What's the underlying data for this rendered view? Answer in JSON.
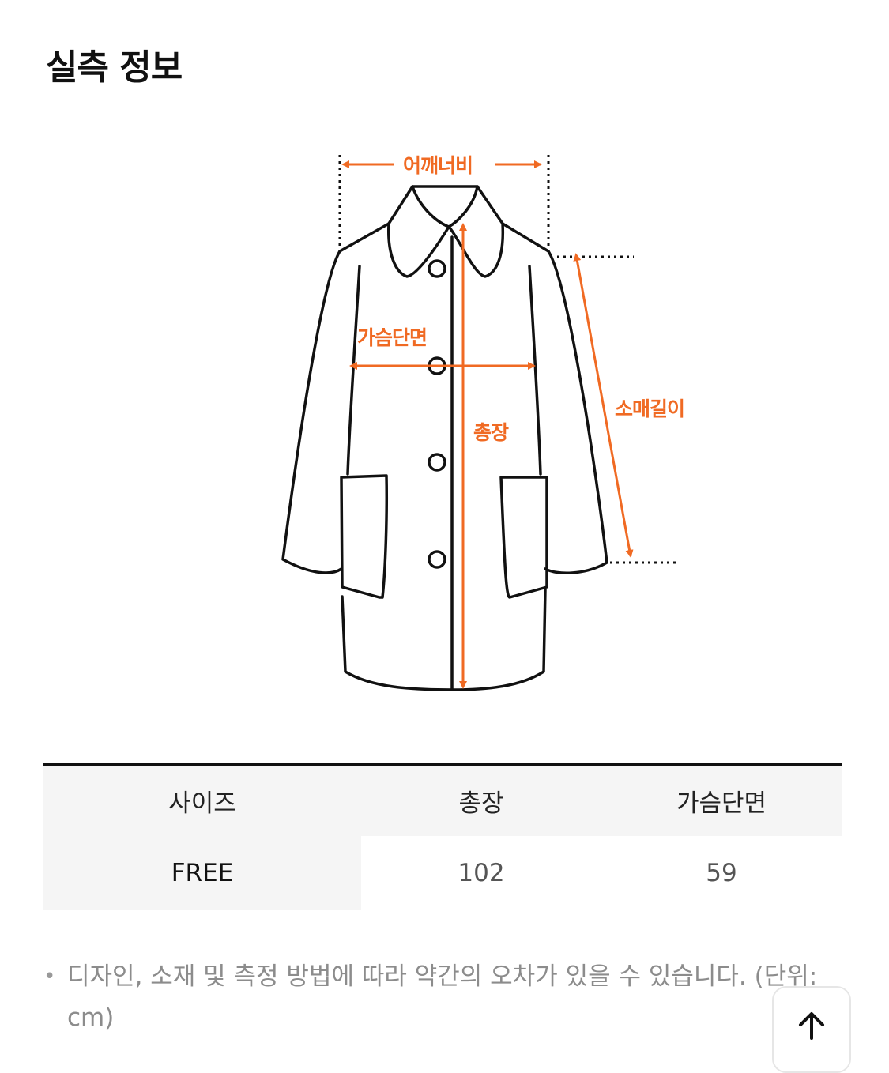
{
  "header": {
    "title": "실측 정보"
  },
  "diagram": {
    "labels": {
      "shoulder_width": "어깨너비",
      "chest_width": "가슴단면",
      "total_length": "총장",
      "sleeve_length": "소매길이"
    },
    "colors": {
      "accent": "#f06a23",
      "outline": "#111111"
    }
  },
  "size_table": {
    "headers": [
      "사이즈",
      "총장",
      "가슴단면"
    ],
    "rows": [
      {
        "size": "FREE",
        "total_length": "102",
        "chest_width": "59"
      }
    ]
  },
  "note": {
    "bullet": "•",
    "text": "디자인, 소재 및 측정 방법에 따라 약간의 오차가 있을 수 있습니다. (단위: cm)"
  },
  "scroll_top_button": {
    "icon": "arrow-up-icon"
  }
}
